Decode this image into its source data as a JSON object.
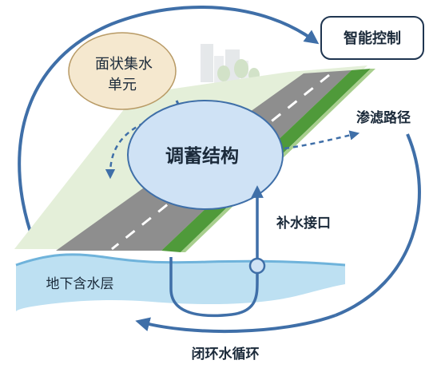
{
  "nodes": {
    "smart_control": "智能控制",
    "area_collection_line1": "面状集水",
    "area_collection_line2": "单元",
    "regulation_structure": "调蓄结构",
    "seepage_path": "渗滤路径",
    "recharge_inlet": "补水接口",
    "aquifer": "地下含水层",
    "closed_loop": "闭环水循环"
  },
  "colors": {
    "arrow_blue": "#3f6fa8",
    "ellipse_fill": "#cfe2f5",
    "unit_fill": "#f5e8cf",
    "road_gray": "#8e8e8e",
    "green_strip": "#4f9a3a",
    "water_fill": "#bde0f2"
  }
}
